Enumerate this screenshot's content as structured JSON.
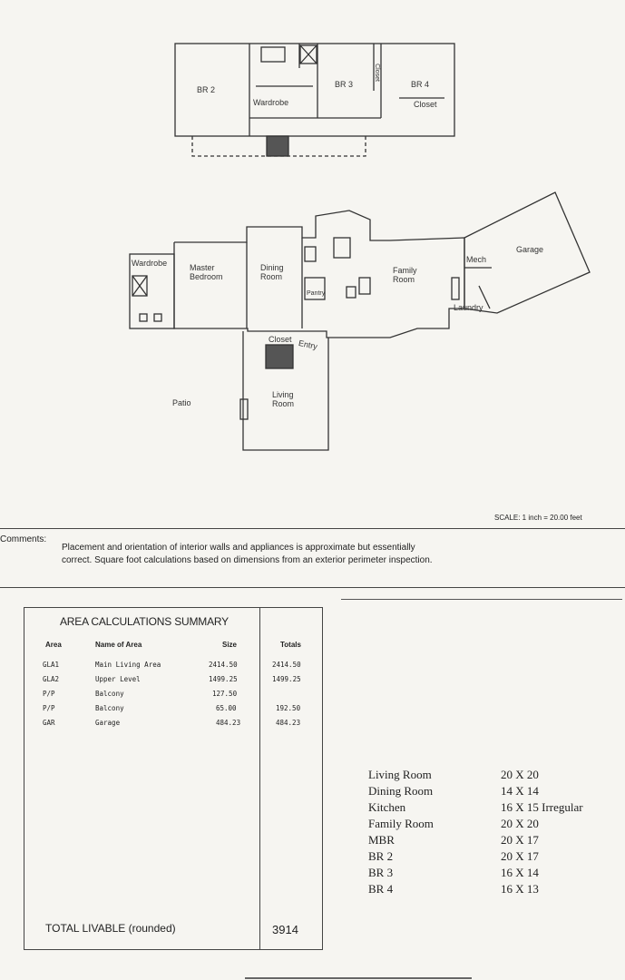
{
  "floor_plan": {
    "upper_labels": {
      "br2": "BR 2",
      "wardrobe": "Wardrobe",
      "br3": "BR 3",
      "closet_vertical": "Closet",
      "br4": "BR 4",
      "closet": "Closet"
    },
    "main_labels": {
      "wardrobe": "Wardrobe",
      "master_bedroom": "Master Bedroom",
      "dining_room": "Dining Room",
      "pantry": "Pantry",
      "family_room": "Family Room",
      "mech": "Mech",
      "garage": "Garage",
      "laundry": "Laundry",
      "closet": "Closet",
      "entry": "Entry",
      "patio": "Patio",
      "living_room": "Living Room"
    }
  },
  "scale": "SCALE: 1 inch = 20.00 feet",
  "comments": {
    "label": "Comments:",
    "text": "Placement and orientation of interior walls and appliances is approximate but essentially correct. Square foot calculations based on dimensions from an exterior perimeter inspection."
  },
  "area_summary": {
    "title": "AREA CALCULATIONS SUMMARY",
    "headers": {
      "area": "Area",
      "name": "Name of Area",
      "size": "Size",
      "totals": "Totals"
    },
    "rows": [
      {
        "code": "GLA1",
        "name": "Main Living Area",
        "size": "2414.50",
        "total": "2414.50"
      },
      {
        "code": "GLA2",
        "name": "Upper Level",
        "size": "1499.25",
        "total": "1499.25"
      },
      {
        "code": "P/P",
        "name": "Balcony",
        "size": "127.50",
        "total": ""
      },
      {
        "code": "P/P",
        "name": "Balcony",
        "size": "65.00",
        "total": "192.50"
      },
      {
        "code": "GAR",
        "name": "Garage",
        "size": "484.23",
        "total": "484.23"
      }
    ],
    "total_label": "TOTAL LIVABLE   (rounded)",
    "total_value": "3914"
  },
  "room_dimensions": [
    {
      "room": "Living Room",
      "dim": "20 X 20"
    },
    {
      "room": "Dining Room",
      "dim": "14 X 14"
    },
    {
      "room": "Kitchen",
      "dim": "16 X 15 Irregular"
    },
    {
      "room": "Family Room",
      "dim": "20 X 20"
    },
    {
      "room": "MBR",
      "dim": "20 X 17"
    },
    {
      "room": "BR 2",
      "dim": "20 X 17"
    },
    {
      "room": "BR 3",
      "dim": "16 X 14"
    },
    {
      "room": "BR 4",
      "dim": "16 X 13"
    }
  ]
}
